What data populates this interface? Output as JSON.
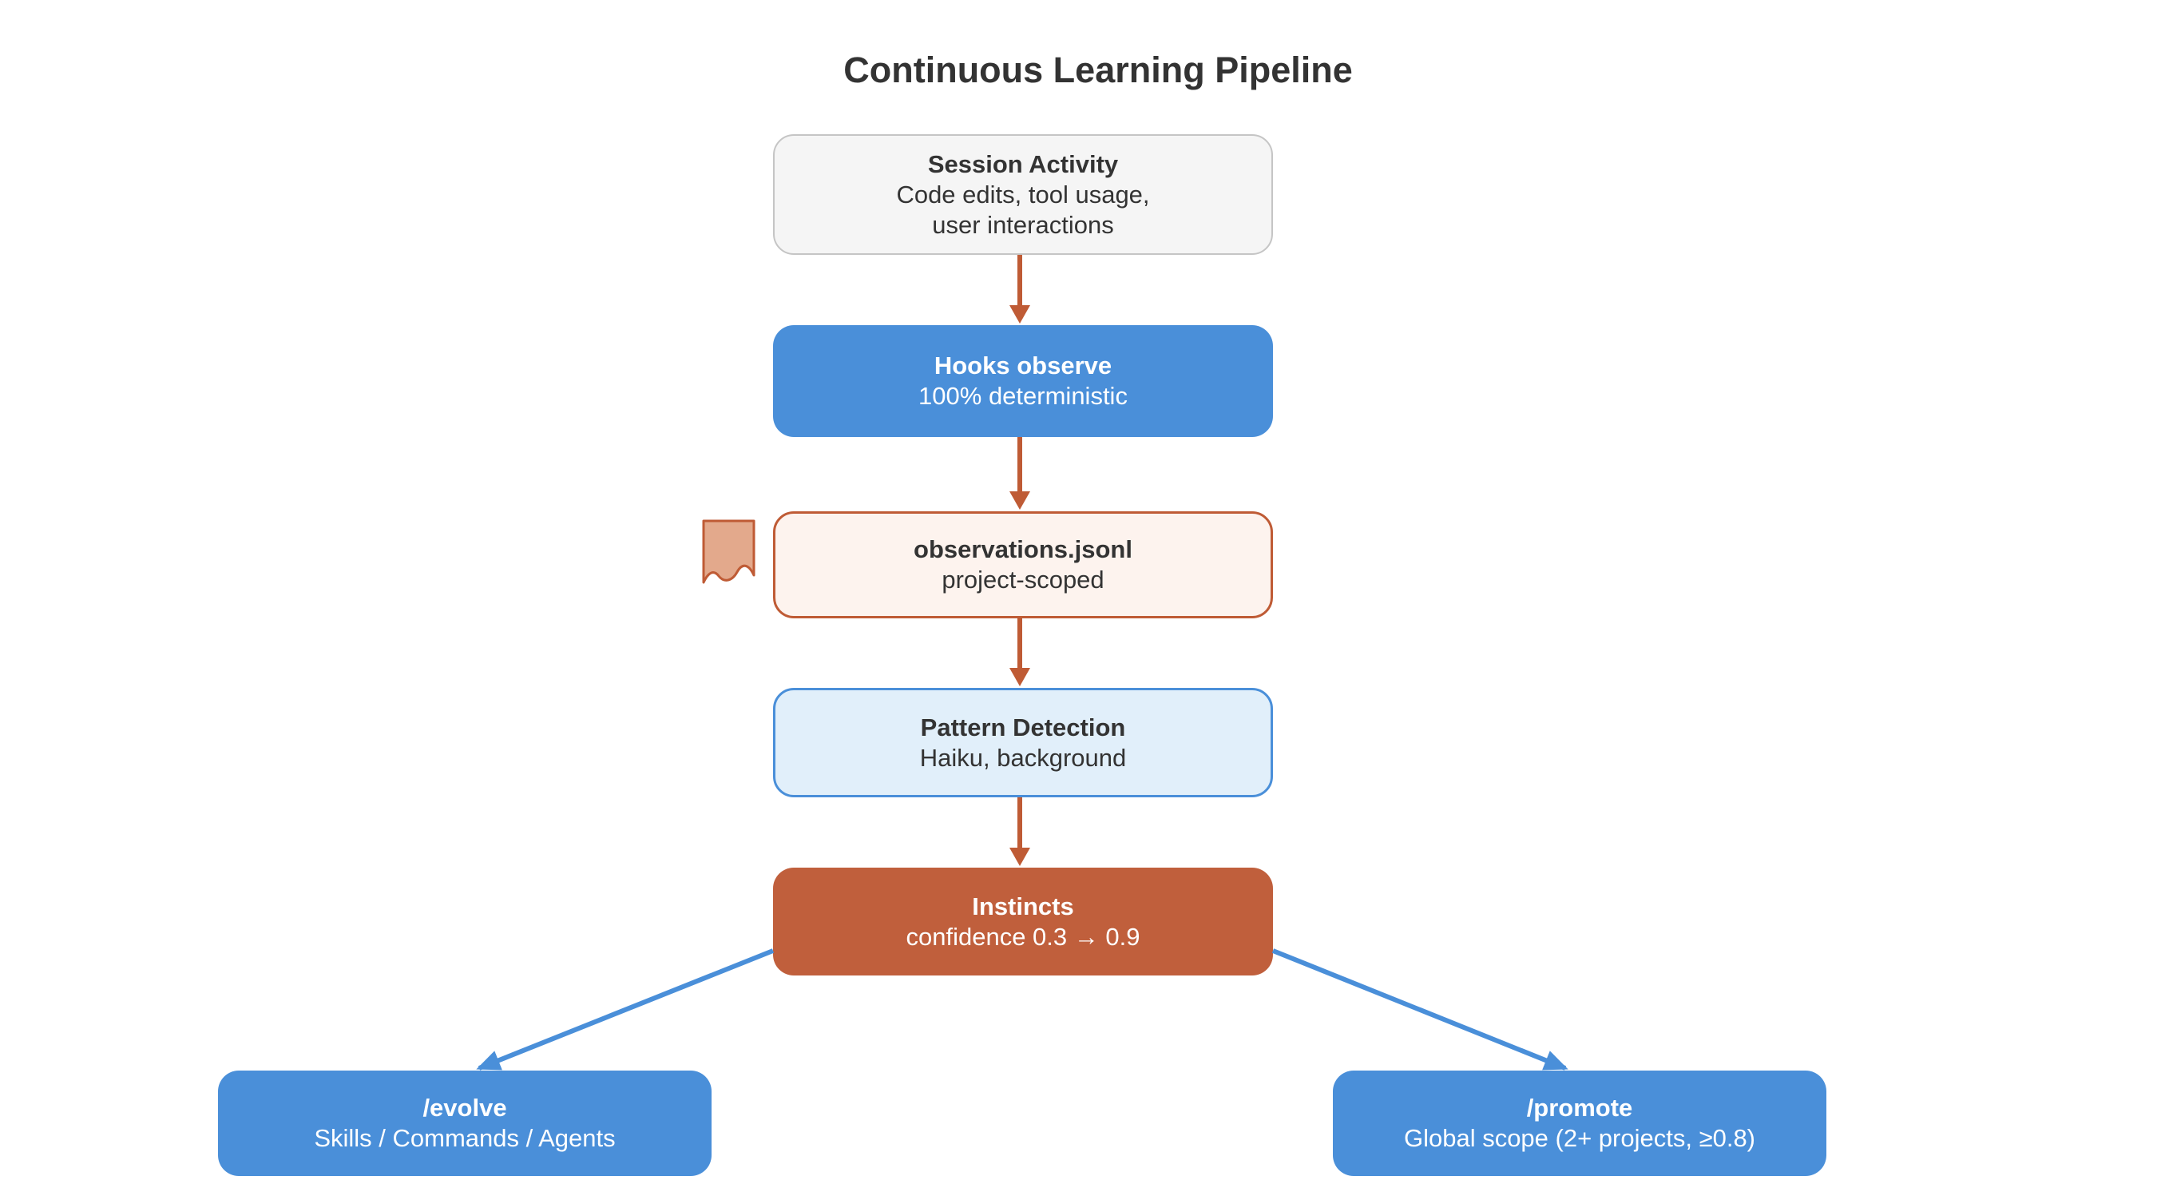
{
  "title": "Continuous Learning Pipeline",
  "nodes": [
    {
      "id": "session-activity",
      "title": "Session Activity",
      "lines": [
        "Code edits, tool usage,",
        "user interactions"
      ]
    },
    {
      "id": "hooks-observe",
      "title": "Hooks observe",
      "lines": [
        "100% deterministic"
      ]
    },
    {
      "id": "observations-jsonl",
      "title": "observations.jsonl",
      "lines": [
        "project-scoped"
      ]
    },
    {
      "id": "pattern-detection",
      "title": "Pattern Detection",
      "lines": [
        "Haiku, background"
      ]
    },
    {
      "id": "instincts",
      "title": "Instincts",
      "lines": [
        "confidence 0.3 → 0.9"
      ]
    },
    {
      "id": "evolve",
      "title": "/evolve",
      "lines": [
        "Skills / Commands / Agents"
      ]
    },
    {
      "id": "promote",
      "title": "/promote",
      "lines": [
        "Global scope (2+ projects, ≥0.8)"
      ]
    }
  ],
  "icons": [
    {
      "name": "note-icon",
      "meaning": "document note attached to observations.jsonl"
    }
  ],
  "colors": {
    "blue_node": "#4a8fd9",
    "light_blue_fill": "#e1effa",
    "gray_fill": "#f5f5f5",
    "gray_border": "#c5c5c5",
    "cream_fill": "#fdf3ee",
    "rust_stroke": "#bf5b35",
    "rust_fill": "#c05f3c",
    "note_fill": "#e3a98c",
    "text_dark": "#333333",
    "text_light": "#ffffff",
    "background": "#ffffff"
  },
  "edges": [
    {
      "from": "session-activity",
      "to": "hooks-observe",
      "color": "#bf5b35"
    },
    {
      "from": "hooks-observe",
      "to": "observations-jsonl",
      "color": "#bf5b35"
    },
    {
      "from": "observations-jsonl",
      "to": "pattern-detection",
      "color": "#bf5b35"
    },
    {
      "from": "pattern-detection",
      "to": "instincts",
      "color": "#bf5b35"
    },
    {
      "from": "instincts",
      "to": "evolve",
      "color": "#4a8fd9"
    },
    {
      "from": "instincts",
      "to": "promote",
      "color": "#4a8fd9"
    }
  ]
}
